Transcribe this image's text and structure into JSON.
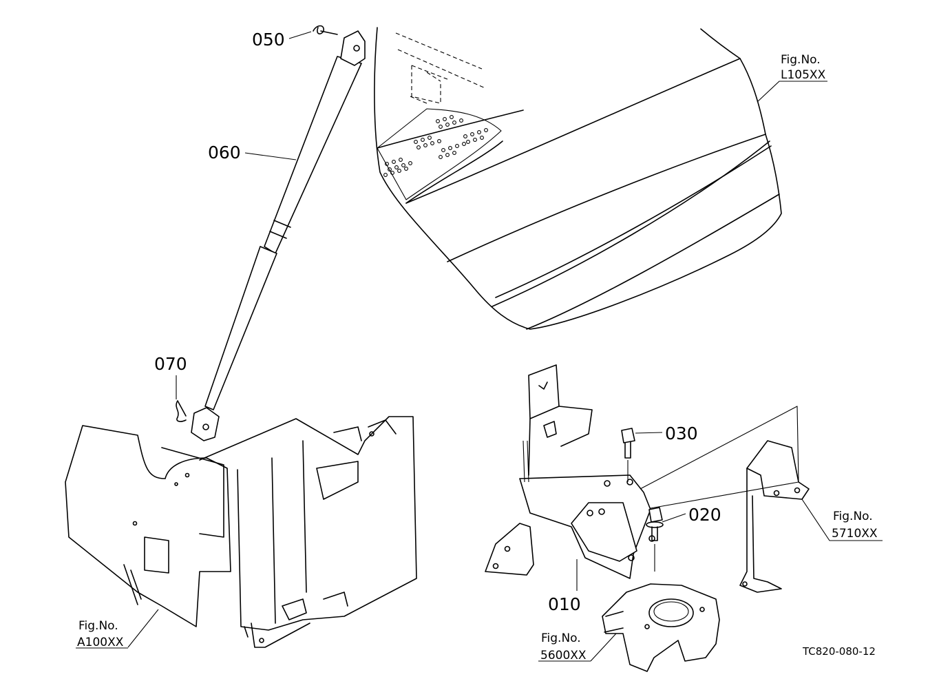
{
  "parts": {
    "p010": "010",
    "p020": "020",
    "p030": "030",
    "p050": "050",
    "p060": "060",
    "p070": "070"
  },
  "figure_refs": {
    "l105": {
      "label": "Fig.No.",
      "code": "L105XX"
    },
    "a100": {
      "label": "Fig.No.",
      "code": "A100XX"
    },
    "s5600": {
      "label": "Fig.No.",
      "code": "5600XX"
    },
    "s5710": {
      "label": "Fig.No.",
      "code": "5710XX"
    }
  },
  "drawing_code": "TC820-080-12",
  "colors": {
    "ink": "#000000",
    "paper": "#ffffff"
  }
}
